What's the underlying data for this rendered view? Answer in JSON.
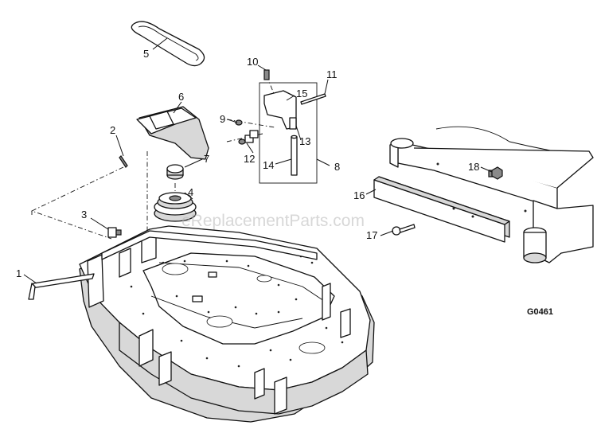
{
  "diagram": {
    "drawing_code": "G0461",
    "watermark": "eReplacementParts.com",
    "callouts": [
      "1",
      "2",
      "3",
      "4",
      "5",
      "6",
      "7",
      "8",
      "9",
      "10",
      "11",
      "12",
      "13",
      "14",
      "15",
      "16",
      "17",
      "18"
    ]
  }
}
